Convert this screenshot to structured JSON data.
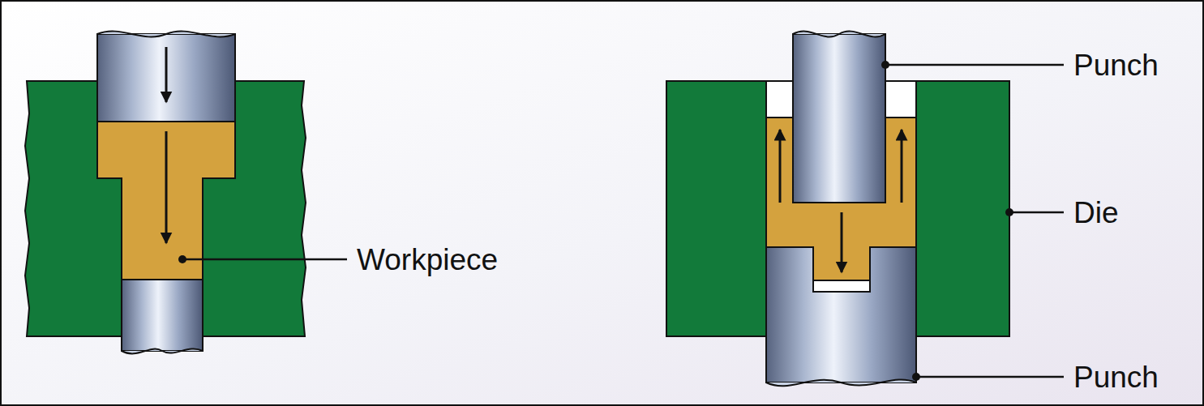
{
  "diagram": {
    "labels": [
      "Workpiece",
      "Punch",
      "Die",
      "Punch"
    ]
  }
}
